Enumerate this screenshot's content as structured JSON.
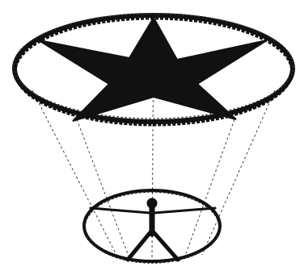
{
  "diagram": {
    "upper_shape": "star-in-ellipse",
    "lower_shape": "human-figure-in-ellipse",
    "connector_style": "dashed",
    "connector_count": 5
  },
  "colors": {
    "ink": "#111111",
    "background": "#ffffff",
    "dashed_lines": "#444444"
  }
}
